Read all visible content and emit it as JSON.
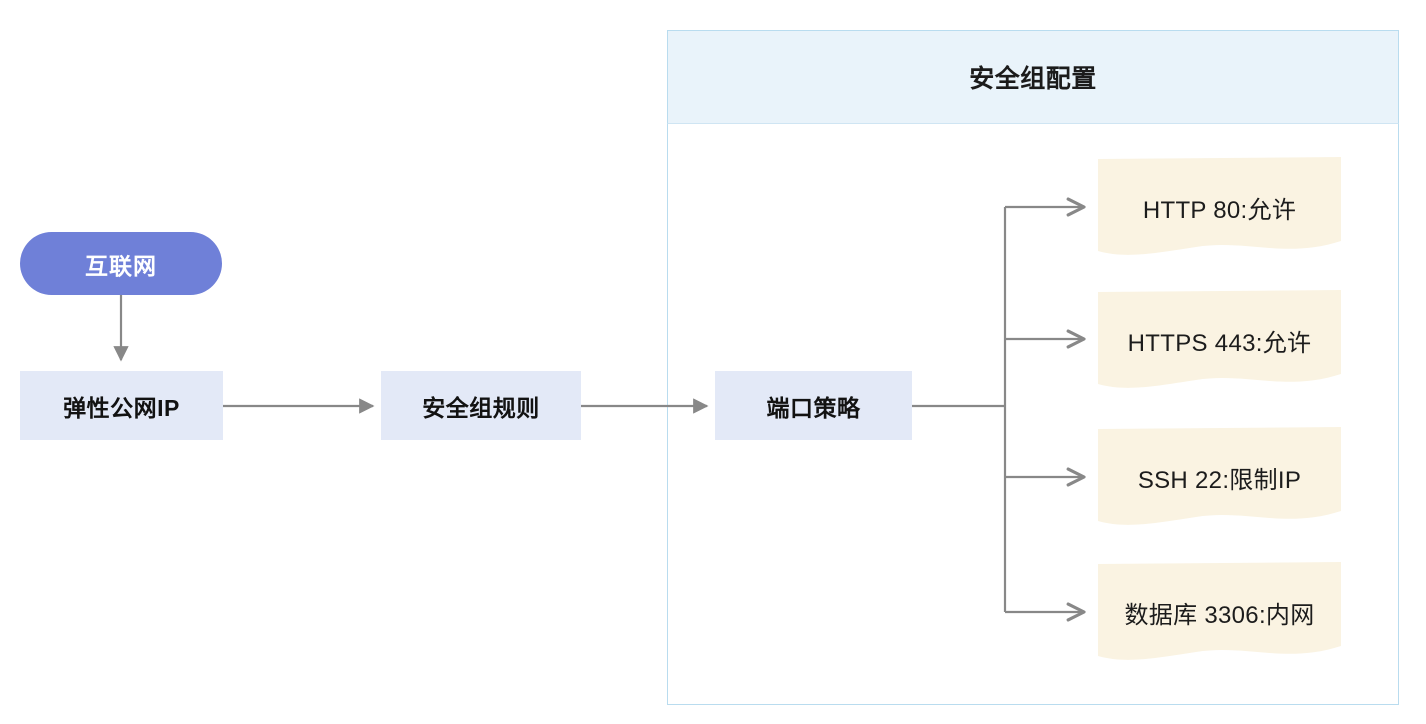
{
  "diagram": {
    "type": "flowchart",
    "title": "安全组配置",
    "nodes": [
      {
        "id": "internet",
        "label": "互联网",
        "shape": "pill",
        "fill": "#6f80d8",
        "text_color": "#ffffff"
      },
      {
        "id": "eip",
        "label": "弹性公网IP",
        "shape": "rect",
        "fill": "#e3e9f7",
        "text_color": "#121212"
      },
      {
        "id": "sg_rule",
        "label": "安全组规则",
        "shape": "rect",
        "fill": "#e3e9f7",
        "text_color": "#121212"
      },
      {
        "id": "port_policy",
        "label": "端口策略",
        "shape": "rect",
        "fill": "#e3e9f7",
        "text_color": "#121212"
      }
    ],
    "cluster": {
      "id": "sg_config",
      "title": "安全组配置",
      "header_fill": "#e9f3fa",
      "border_color": "#b9dcef",
      "rules": [
        {
          "id": "rule_http",
          "label": "HTTP 80:允许",
          "fill": "#faf3e2"
        },
        {
          "id": "rule_https",
          "label": "HTTPS 443:允许",
          "fill": "#faf3e2"
        },
        {
          "id": "rule_ssh",
          "label": "SSH 22:限制IP",
          "fill": "#faf3e2"
        },
        {
          "id": "rule_db",
          "label": "数据库 3306:内网",
          "fill": "#faf3e2"
        }
      ]
    },
    "edges": [
      {
        "from": "internet",
        "to": "eip",
        "style": "solid",
        "arrow": "filled-triangle",
        "direction": "down"
      },
      {
        "from": "eip",
        "to": "sg_rule",
        "style": "solid",
        "arrow": "filled-triangle",
        "direction": "right"
      },
      {
        "from": "sg_rule",
        "to": "port_policy",
        "style": "solid",
        "arrow": "filled-triangle",
        "direction": "right"
      },
      {
        "from": "port_policy",
        "to": "rule_http",
        "style": "solid",
        "arrow": "open-v",
        "direction": "branch-right"
      },
      {
        "from": "port_policy",
        "to": "rule_https",
        "style": "solid",
        "arrow": "open-v",
        "direction": "branch-right"
      },
      {
        "from": "port_policy",
        "to": "rule_ssh",
        "style": "solid",
        "arrow": "open-v",
        "direction": "branch-right"
      },
      {
        "from": "port_policy",
        "to": "rule_db",
        "style": "solid",
        "arrow": "open-v",
        "direction": "branch-right"
      }
    ],
    "edge_color": "#888888",
    "background": "#ffffff"
  }
}
